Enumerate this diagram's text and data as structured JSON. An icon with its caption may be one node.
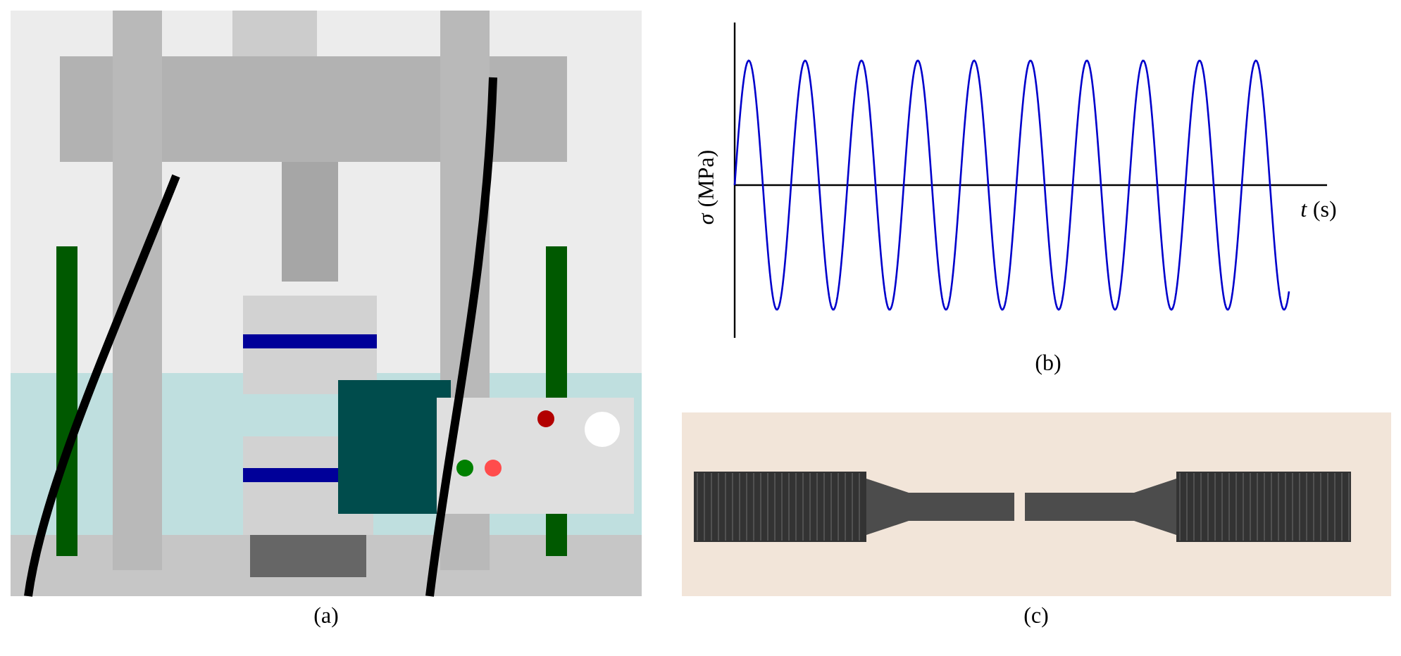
{
  "diagram": {
    "labels": [
      "*σ* (MPa)",
      "*t* (s)",
      "(b)",
      "(a)",
      "(c)"
    ]
  }
}
